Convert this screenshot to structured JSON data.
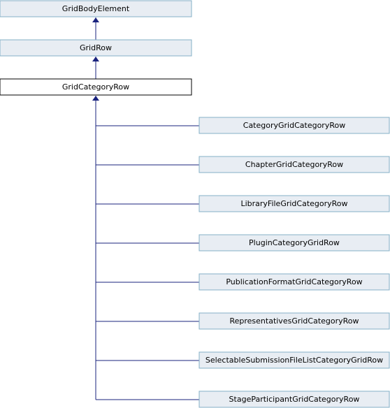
{
  "diagram": {
    "base_classes": [
      {
        "id": "grid-body-element",
        "label": "GridBodyElement"
      },
      {
        "id": "grid-row",
        "label": "GridRow"
      }
    ],
    "focus_class": {
      "id": "grid-category-row",
      "label": "GridCategoryRow"
    },
    "derived_classes": [
      {
        "id": "category-grid-category-row",
        "label": "CategoryGridCategoryRow"
      },
      {
        "id": "chapter-grid-category-row",
        "label": "ChapterGridCategoryRow"
      },
      {
        "id": "library-file-grid-category-row",
        "label": "LibraryFileGridCategoryRow"
      },
      {
        "id": "plugin-category-grid-row",
        "label": "PluginCategoryGridRow"
      },
      {
        "id": "publication-format-grid-category-row",
        "label": "PublicationFormatGridCategoryRow"
      },
      {
        "id": "representatives-grid-category-row",
        "label": "RepresentativesGridCategoryRow"
      },
      {
        "id": "selectable-submission-file-list-category-grid-row",
        "label": "SelectableSubmissionFileListCategoryGridRow"
      },
      {
        "id": "stage-participant-grid-category-row",
        "label": "StageParticipantGridCategoryRow"
      }
    ],
    "colors": {
      "base_fill": "#e8edf3",
      "base_stroke": "#84b0c7",
      "focus_fill": "#ffffff",
      "focus_stroke": "#000000",
      "edge": "#1a237e"
    }
  }
}
